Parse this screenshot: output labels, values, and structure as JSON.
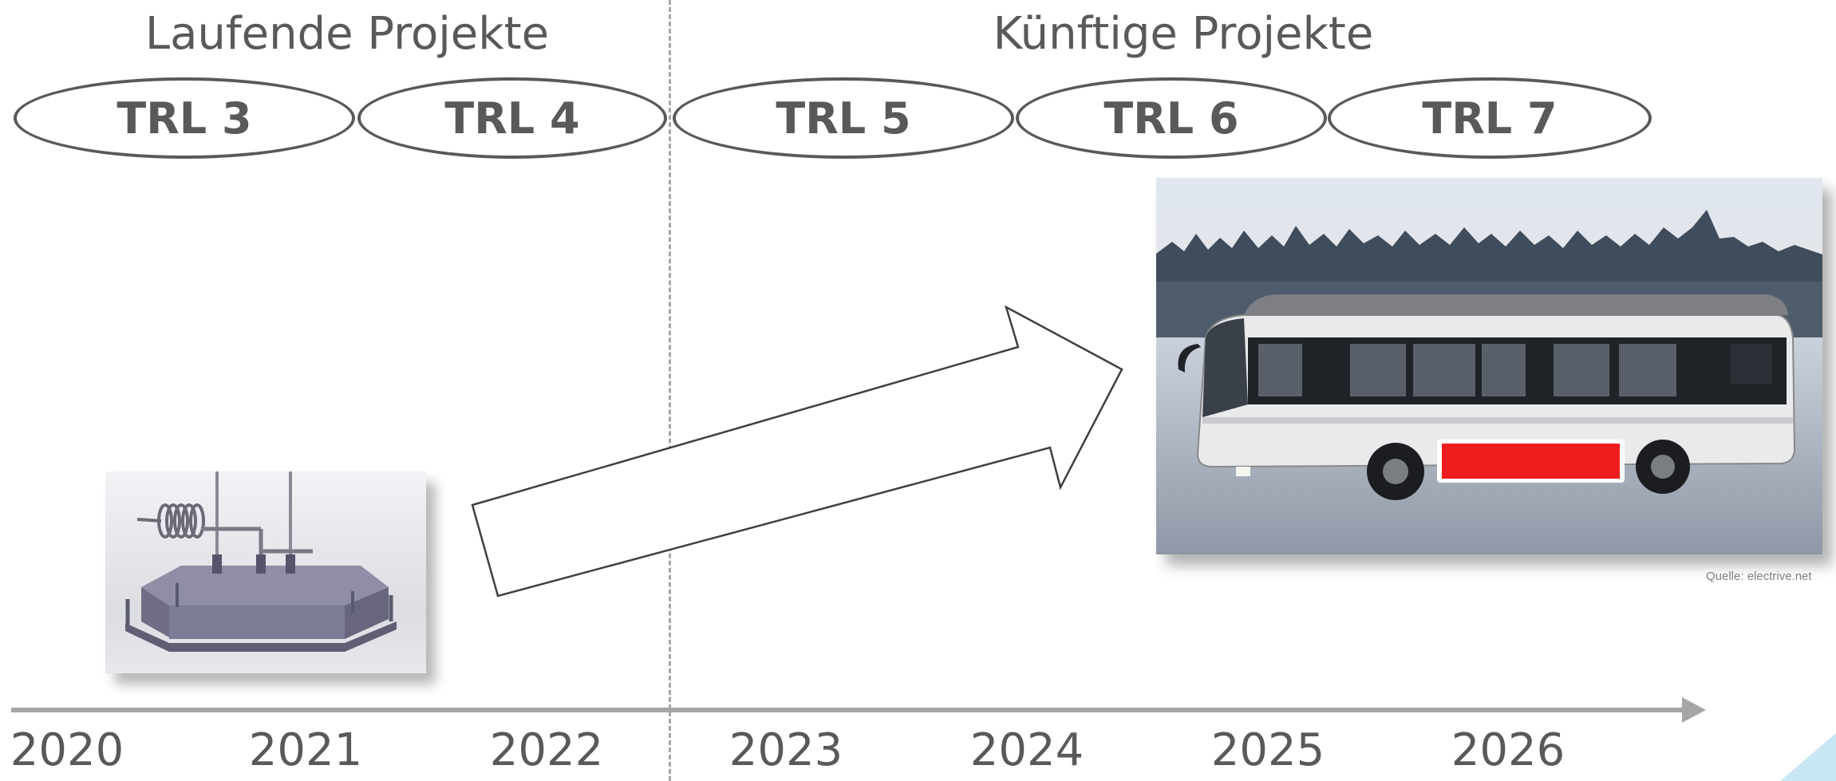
{
  "header": {
    "left_title": "Laufende Projekte",
    "right_title": "Künftige Projekte"
  },
  "trl_levels": [
    {
      "label": "TRL 3"
    },
    {
      "label": "TRL 4"
    },
    {
      "label": "TRL 5"
    },
    {
      "label": "TRL 6"
    },
    {
      "label": "TRL 7"
    }
  ],
  "timeline": {
    "years": [
      "2020",
      "2021",
      "2022",
      "2023",
      "2024",
      "2025",
      "2026"
    ]
  },
  "images": {
    "cell_prototype": {
      "icon": "battery-cell-prototype-icon"
    },
    "bus": {
      "icon": "electric-bus-photo-icon",
      "battery_highlight_color": "#ee1c1c"
    }
  },
  "source_note": "Quelle: electrive.net",
  "colors": {
    "text": "#595959",
    "divider": "#a6a6a6",
    "axis": "#a6a6a6",
    "highlight": "#ee1c1c"
  }
}
